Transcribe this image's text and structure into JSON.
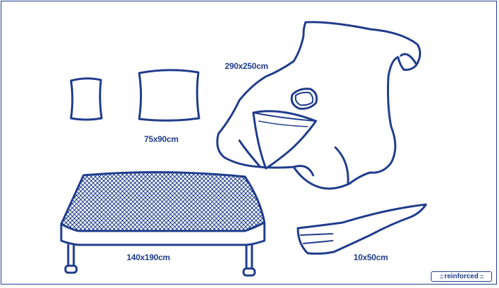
{
  "colors": {
    "line": "#1f3c8c",
    "background": "#ffffff"
  },
  "labels": {
    "drape_large": "290x250cm",
    "towel": "75x90cm",
    "table_cover": "140x190cm",
    "tape": "10x50cm"
  },
  "badge": {
    "label": "reinforced",
    "dots_left": ":::",
    "dots_right": ":::"
  },
  "icons": [
    "small-towel-icon",
    "towel-icon",
    "large-drape-icon",
    "table-cover-icon",
    "adhesive-tape-icon"
  ]
}
